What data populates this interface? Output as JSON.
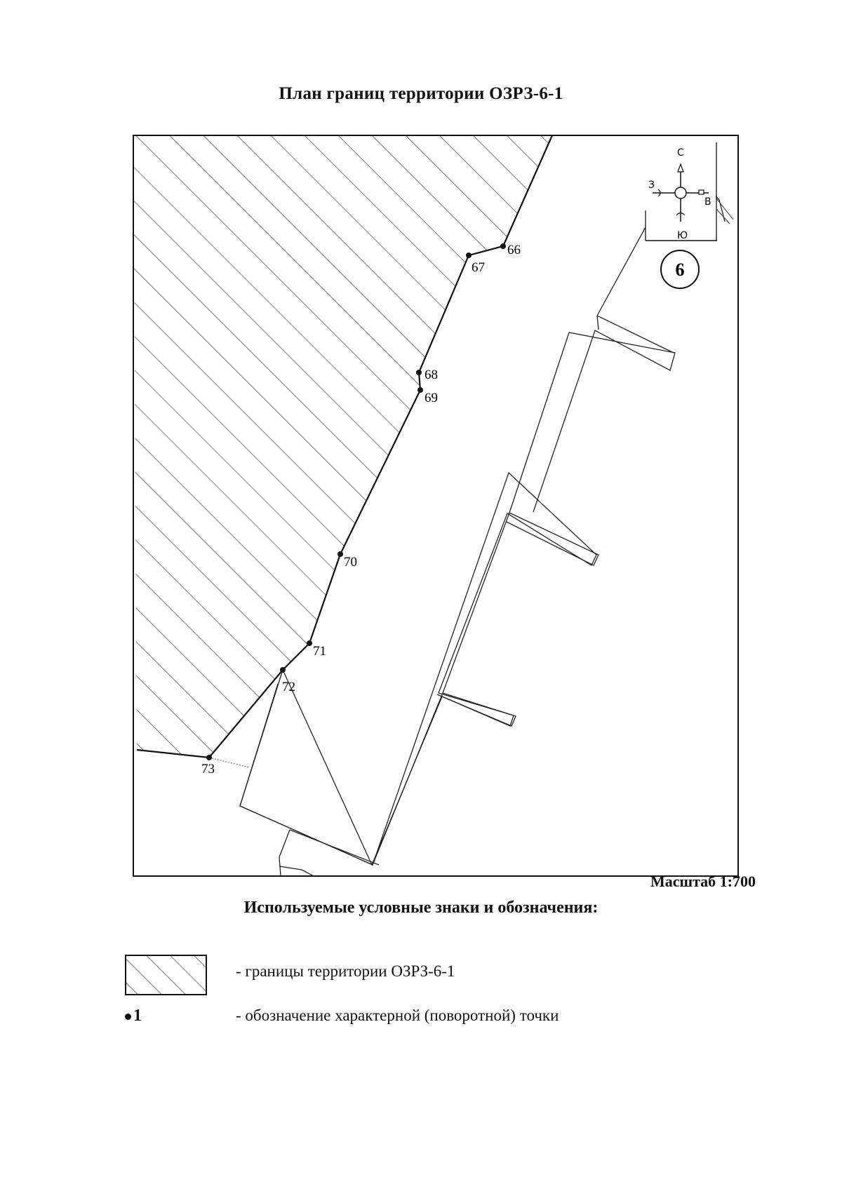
{
  "title": "План границ территории ОЗРЗ-6-1",
  "scale_label": "Масштаб 1:700",
  "compass": {
    "north": "С",
    "south": "Ю",
    "west": "З",
    "east": "В"
  },
  "map_sheet_number": "6",
  "boundary_points": [
    {
      "label": "66"
    },
    {
      "label": "67"
    },
    {
      "label": "68"
    },
    {
      "label": "69"
    },
    {
      "label": "70"
    },
    {
      "label": "71"
    },
    {
      "label": "72"
    },
    {
      "label": "73"
    }
  ],
  "legend": {
    "title": "Используемые условные знаки и обозначения:",
    "items": [
      {
        "symbol": "hatch",
        "text": "- границы территории ОЗРЗ-6-1"
      },
      {
        "symbol": "point",
        "symbol_text": "1",
        "text": "- обозначение характерной (поворотной) точки"
      }
    ]
  }
}
